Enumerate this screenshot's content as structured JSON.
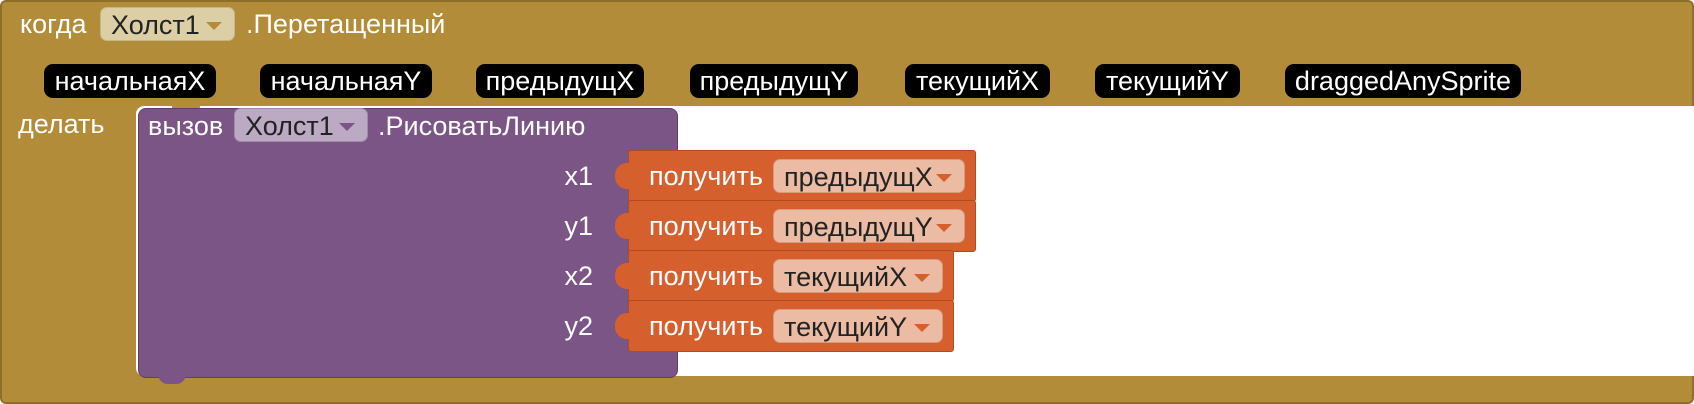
{
  "event_block": {
    "when_label": "когда",
    "component": "Холст1",
    "event_name": ".Перетащенный",
    "do_label": "делать",
    "params": [
      "начальнаяX",
      "начальнаяY",
      "предыдущX",
      "предыдущY",
      "текущийX",
      "текущийY",
      "draggedAnySprite"
    ]
  },
  "call_block": {
    "call_label": "вызов",
    "component": "Холст1",
    "method_name": ".РисоватьЛинию",
    "args": [
      {
        "name": "x1",
        "get_label": "получить",
        "var": "предыдущX"
      },
      {
        "name": "y1",
        "get_label": "получить",
        "var": "предыдущY"
      },
      {
        "name": "x2",
        "get_label": "получить",
        "var": "текущийX"
      },
      {
        "name": "y2",
        "get_label": "получить",
        "var": "текущийY"
      }
    ]
  },
  "colors": {
    "event": "#b28c38",
    "procedure": "#7b5585",
    "variable": "#d65f2e",
    "param_bg": "#000000"
  },
  "icons": {
    "dropdown": "chevron-down-icon"
  }
}
